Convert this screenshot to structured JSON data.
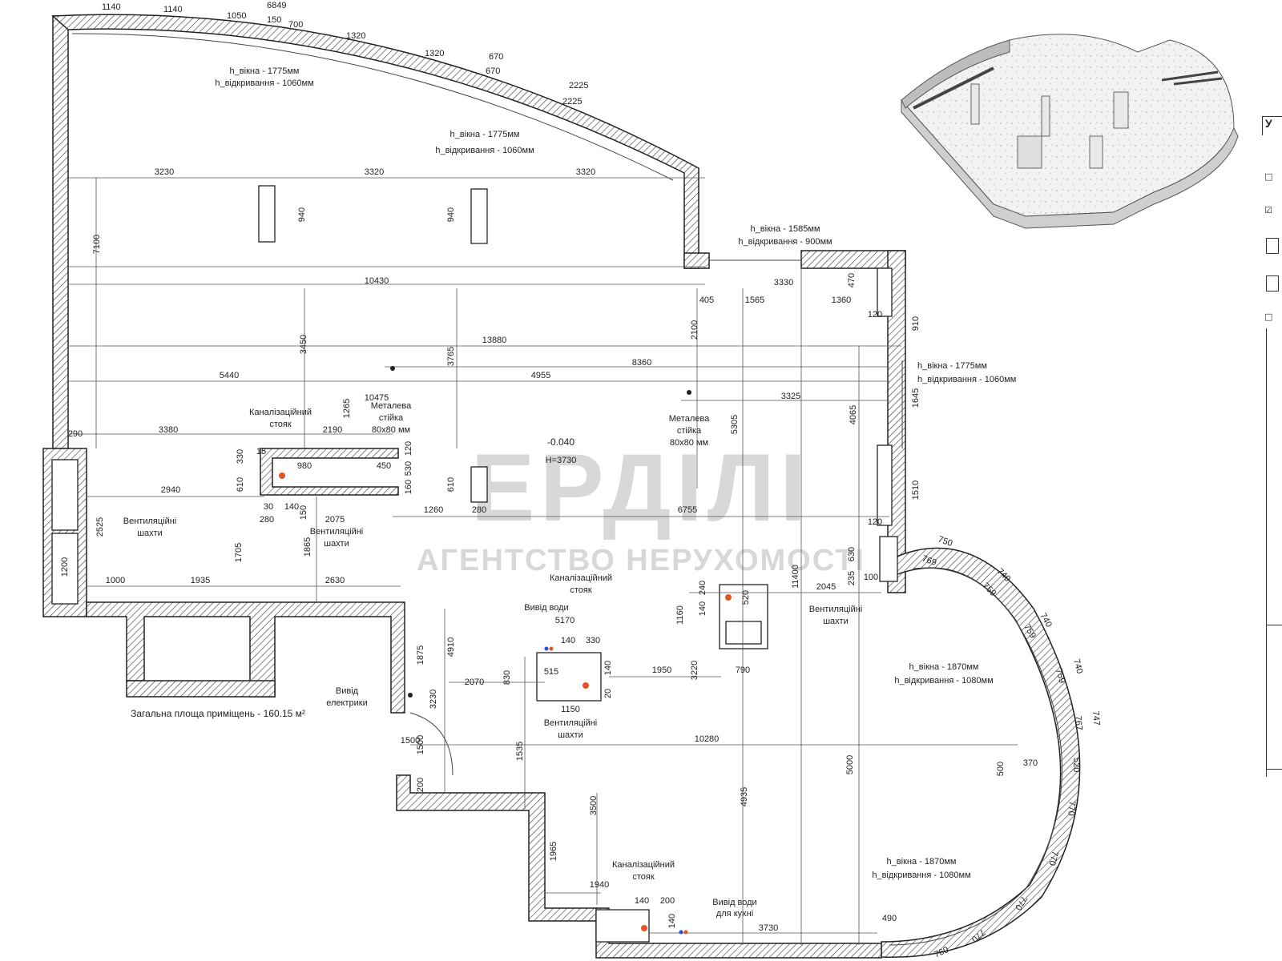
{
  "plan": {
    "total_area": "Загальна площа приміщень - 160.15 м²",
    "room_level": "-0.040",
    "room_height": "H=3730"
  },
  "labels": {
    "window_top_left": [
      "h_вікна - 1775мм",
      "h_відкривання - 1060мм"
    ],
    "window_top_mid": [
      "h_вікна - 1775мм",
      "h_відкривання - 1060мм"
    ],
    "window_top_right": [
      "h_вікна - 1585мм",
      "h_відкривання - 900мм"
    ],
    "window_right": [
      "h_вікна - 1775мм",
      "h_відкривання - 1060мм"
    ],
    "window_curve_upper": [
      "h_вікна - 1870мм",
      "h_відкривання - 1080мм"
    ],
    "window_curve_lower": [
      "h_вікна - 1870мм",
      "h_відкривання - 1080мм"
    ],
    "sewer_riser_left": [
      "Каналізаційний",
      "стояк"
    ],
    "sewer_riser_center": [
      "Каналізаційний",
      "стояк"
    ],
    "sewer_riser_bottom": [
      "Каналізаційний",
      "стояк"
    ],
    "metal_post_left": [
      "Металева",
      "стійка",
      "80х80 мм"
    ],
    "metal_post_right": [
      "Металева",
      "стійка",
      "80х80 мм"
    ],
    "vent_left": [
      "Вентиляційні",
      "шахти"
    ],
    "vent_mid_left": [
      "Вентиляційні",
      "шахти"
    ],
    "vent_center_right": [
      "Вентиляційні",
      "шахти"
    ],
    "vent_center_bottom": [
      "Вентиляційні",
      "шахти"
    ],
    "water_outlet": "Вивід води",
    "electric_outlet": [
      "Вивід",
      "електрики"
    ],
    "kitchen_water": [
      "Вивід води",
      "для кухні"
    ]
  },
  "dimensions": {
    "top_arc": [
      "1140",
      "1140",
      "1050",
      "6849",
      "150",
      "700",
      "1320",
      "1320",
      "670",
      "670",
      "2225",
      "2225"
    ],
    "row_3230": [
      "3230",
      "3320",
      "3320"
    ],
    "vert_7100": "7100",
    "col_940a": "940",
    "col_940b": "940",
    "row_10430": "10430",
    "top_right": [
      "3330",
      "405",
      "1565",
      "1360",
      "470",
      "120",
      "910",
      "2100"
    ],
    "col_3450": "3450",
    "col_3765": "3765",
    "row_13880": "13880",
    "row_8360": "8360",
    "row_5440": "5440",
    "row_4955": "4955",
    "val_10475": "10475",
    "val_1265": "1265",
    "row_3325": "3325",
    "col_1645": "1645",
    "col_4065": "4065",
    "col_5305": "5305",
    "row_290": "290",
    "row_3380": "3380",
    "row_2190": "2190",
    "riser_box": [
      "15",
      "330",
      "980",
      "450",
      "120",
      "530",
      "160",
      "610",
      "30",
      "140",
      "150",
      "280",
      "2075"
    ],
    "row_2940": "2940",
    "row_1260": "1260",
    "row_280": "280",
    "row_6755": "6755",
    "col_610": "610",
    "col_1510": "1510",
    "val_2525": "2525",
    "col_1705": "1705",
    "col_1865": "1865",
    "row_120b": "120",
    "col_630": "630",
    "row_bottom_left": [
      "1000",
      "1935",
      "2630"
    ],
    "col_1200": "1200",
    "col_11400": "11400",
    "center_right_box": [
      "240",
      "140",
      "520",
      "1160",
      "235",
      "100",
      "2045"
    ],
    "col_4910": "4910",
    "col_1875": "1875",
    "row_5170": "5170",
    "center_box": [
      "140",
      "330",
      "515",
      "140",
      "20",
      "830",
      "1150"
    ],
    "row_2070": "2070",
    "row_1950": "1950",
    "col_3220": "3220",
    "row_790": "790",
    "col_3230": "3230",
    "door_dims": [
      "1500",
      "1500",
      "200"
    ],
    "col_1535": "1535",
    "row_10280": "10280",
    "col_5000": "5000",
    "curve_dims": [
      "750",
      "769",
      "740",
      "759",
      "740",
      "759",
      "740",
      "759",
      "747",
      "767",
      "520",
      "500",
      "370",
      "770",
      "770",
      "770",
      "770",
      "490",
      "760"
    ],
    "col_4935": "4935",
    "col_3500": "3500",
    "col_1965": "1965",
    "row_1940": "1940",
    "bottom_box": [
      "140",
      "200",
      "140"
    ],
    "row_3730": "3730"
  },
  "watermark": {
    "big": "ЕРДІЛІ",
    "line": "АГЕНТСТВО НЕРУХОМОСТІ"
  },
  "legend": {
    "header": "У",
    "marks": [
      "□",
      "☑",
      "",
      "",
      "□"
    ]
  },
  "colors": {
    "wall_hatch": "#222222",
    "accent_red": "#e23030",
    "marker_orange": "#e4542b",
    "marker_blue": "#2b4fd6"
  }
}
